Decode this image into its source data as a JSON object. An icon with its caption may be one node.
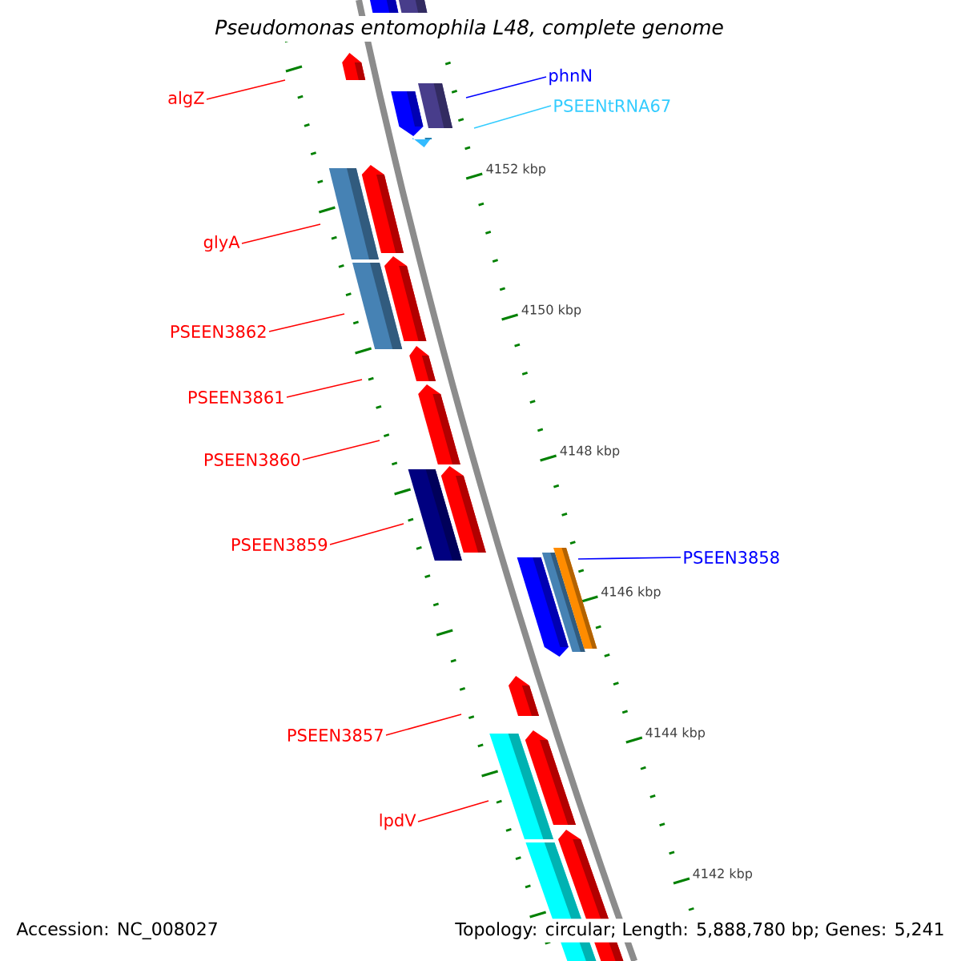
{
  "diagram": {
    "title": "Pseudomonas entomophila L48, complete genome",
    "nodes": [
      {
        "text": [
          "phnN"
        ]
      },
      {
        "text": [
          "algZ"
        ]
      },
      {
        "text": [
          "PSEENtRNA67"
        ]
      },
      {
        "text": [
          "glyA"
        ]
      },
      {
        "text": [
          "PSEEN3862"
        ]
      },
      {
        "text": [
          "PSEEN3861"
        ]
      },
      {
        "text": [
          "PSEEN3860"
        ]
      },
      {
        "text": [
          "PSEEN3859"
        ]
      },
      {
        "text": [
          "PSEEN3858"
        ]
      },
      {
        "text": [
          "PSEEN3857"
        ]
      },
      {
        "text": [
          "lpdV"
        ]
      }
    ],
    "edges": [
      {
        "from": 0,
        "to": null,
        "arrow": "none",
        "color": "#0000ff"
      },
      {
        "from": 1,
        "to": null,
        "arrow": "none"
      },
      {
        "from": 2,
        "to": null,
        "arrow": "none",
        "color": "#33ccff"
      },
      {
        "from": 3,
        "to": null,
        "arrow": "none"
      },
      {
        "from": 4,
        "to": null,
        "arrow": "none"
      },
      {
        "from": 5,
        "to": null,
        "arrow": "none"
      },
      {
        "from": 6,
        "to": null,
        "arrow": "none"
      },
      {
        "from": 7,
        "to": null,
        "arrow": "none"
      },
      {
        "from": 8,
        "to": null,
        "arrow": "none",
        "color": "#0000ff"
      },
      {
        "from": 9,
        "to": null,
        "arrow": "none"
      },
      {
        "from": 10,
        "to": null,
        "arrow": "none"
      }
    ],
    "labels": [
      "4152 kbp",
      "4150 kbp",
      "4148 kbp",
      "4146 kbp",
      "4144 kbp",
      "4142 kbp",
      "Accession: NC_008027",
      "Topology: circular; Length: 5,888,780 bp; Genes: 5,241"
    ]
  }
}
